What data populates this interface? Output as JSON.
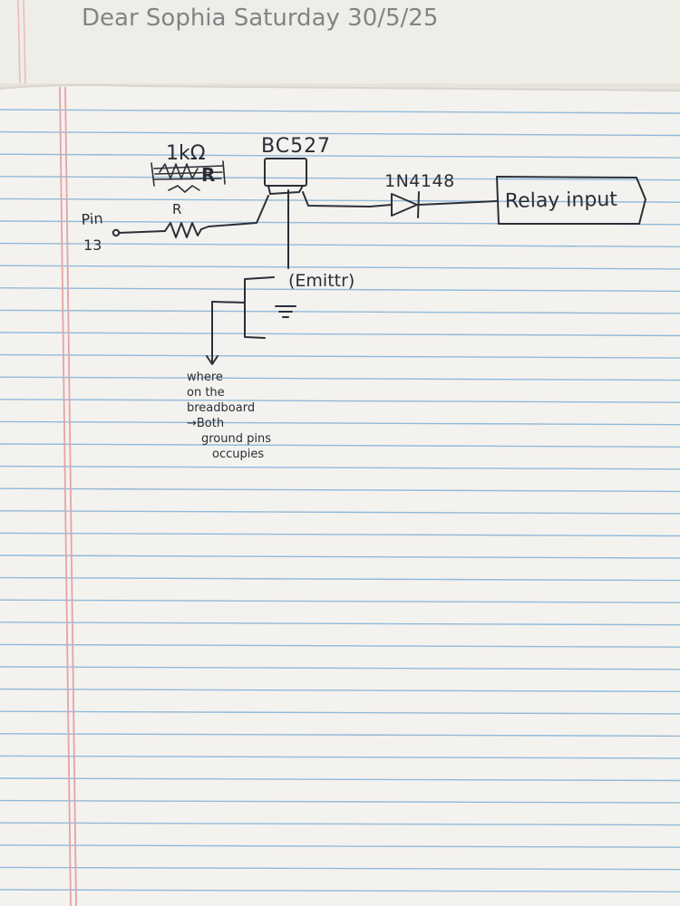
{
  "diagram": {
    "labels": {
      "resistor_value": "1kΩ",
      "resistor_strike": "R",
      "resistor_symbol": "R",
      "pin_line1": "Pin",
      "pin_line2": "13",
      "transistor": "BC527",
      "diode": "1N4148",
      "relay": "Relay input",
      "emitter": "(Emittr)",
      "note_line1": "where",
      "note_line2": "on the",
      "note_line3": "breadboard",
      "note_line4": "→Both",
      "note_line5": "ground pins",
      "note_line6": "occupies"
    },
    "faded_header_text": "Dear Sophia   Saturday   30/5/25"
  },
  "colors": {
    "paper": "#f4f2ee",
    "rule_line": "#7fb1d8",
    "margin_line": "#e4a3a8",
    "ink": "#2c2f38"
  }
}
